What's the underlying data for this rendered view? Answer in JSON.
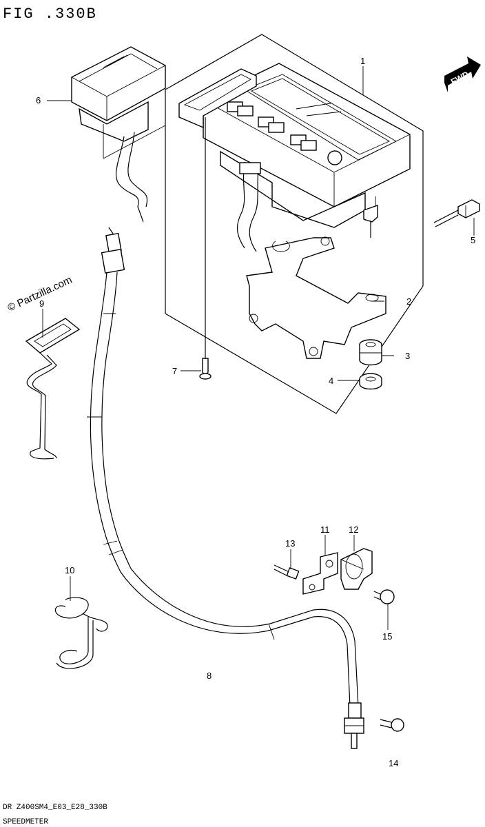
{
  "header": {
    "fig_label": "FIG .330B"
  },
  "watermark": {
    "text": "© Partzilla.com"
  },
  "fwd_badge": {
    "text": "FWD"
  },
  "callouts": {
    "c1": "1",
    "c2": "2",
    "c3": "3",
    "c4": "4",
    "c5": "5",
    "c6": "6",
    "c7": "7",
    "c8": "8",
    "c9": "9",
    "c10": "10",
    "c11": "11",
    "c12": "12",
    "c13": "13",
    "c14": "14",
    "c15": "15"
  },
  "footer": {
    "code": "DR Z400SM4_E03_E28_330B",
    "title": "SPEEDMETER"
  }
}
